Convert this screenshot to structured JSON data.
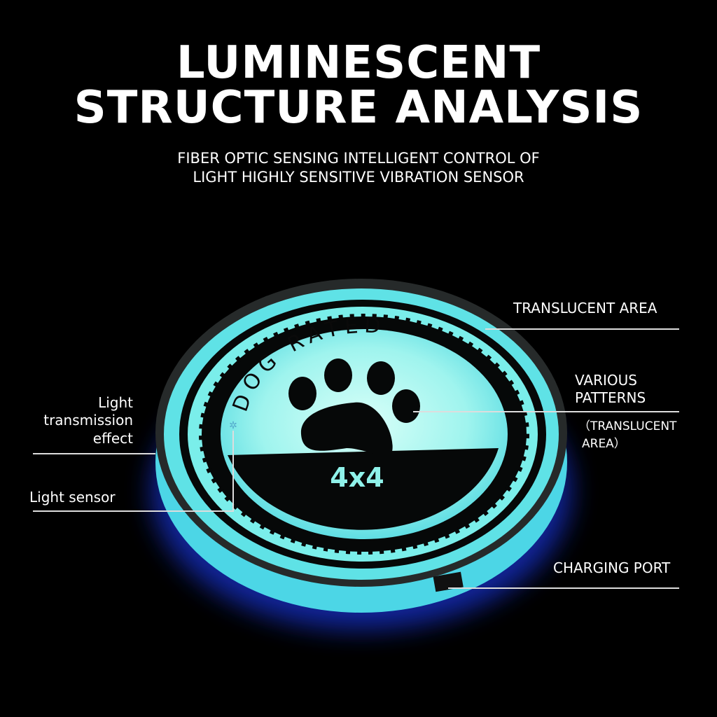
{
  "header": {
    "title_line1": "LUMINESCENT",
    "title_line2": "STRUCTURE ANALYSIS",
    "subtitle_line1": "FIBER OPTIC SENSING INTELLIGENT CONTROL OF",
    "subtitle_line2": "LIGHT HIGHLY SENSITIVE VIBRATION SENSOR"
  },
  "product": {
    "logo_arc_text": "DOG RATED",
    "logo_bottom_text": "4x4",
    "glow_color": "#6fe6e6",
    "side_color": "#2a6cff"
  },
  "callouts": {
    "translucent_area": "TRANSLUCENT AREA",
    "various_patterns_1": "VARIOUS",
    "various_patterns_2": "PATTERNS",
    "various_patterns_note_1": "（TRANSLUCENT",
    "various_patterns_note_2": "AREA）",
    "light_transmission_1": "Light",
    "light_transmission_2": "transmission",
    "light_transmission_3": "effect",
    "light_sensor": "Light sensor",
    "charging_port": "CHARGING PORT"
  }
}
